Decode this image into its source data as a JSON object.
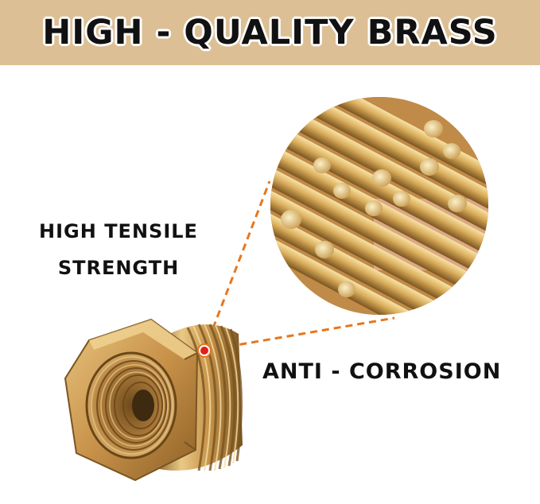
{
  "banner": {
    "title": "HIGH - QUALITY BRASS",
    "background": "#dcbf94"
  },
  "features": {
    "tensile_line1": "HIGH TENSILE",
    "tensile_line2": "STRENGTH",
    "corrosion": "ANTI - CORROSION"
  },
  "colors": {
    "brass_light": "#f3d794",
    "brass_mid": "#d4a65a",
    "brass_dark": "#8a6226",
    "callout": "#e8761c",
    "marker": "#e0201c"
  },
  "icons": {
    "zoom": "brass-rods-magnified",
    "product": "hex-reducer-bushing"
  }
}
